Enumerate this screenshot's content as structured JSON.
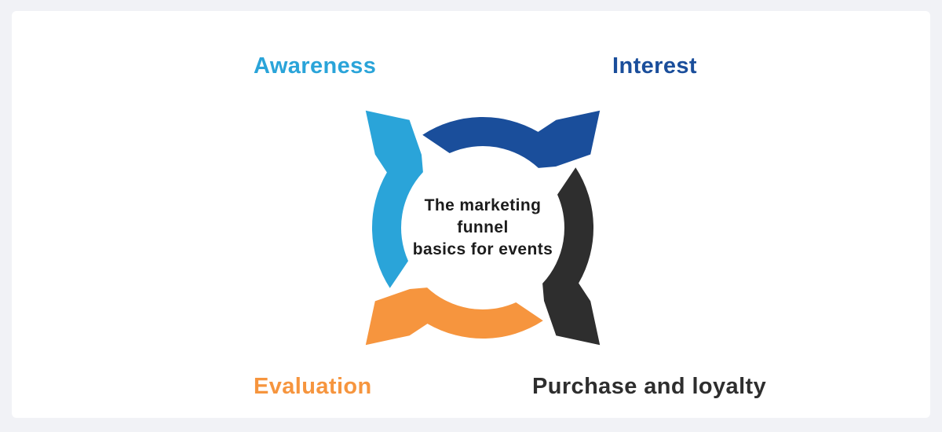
{
  "page": {
    "background_color": "#F1F2F6",
    "card_color": "#FFFFFF"
  },
  "diagram": {
    "type": "cycle",
    "flow": "clockwise",
    "center_title": {
      "lines": [
        "The marketing",
        "funnel",
        "basics for events"
      ],
      "color": "#1C1C1C"
    },
    "stages": [
      {
        "label": "Awareness",
        "color": "#2AA4D9",
        "position": "top-left",
        "arrow_direction": "up-left"
      },
      {
        "label": "Interest",
        "color": "#1A4E9B",
        "position": "top-right",
        "arrow_direction": "up-right"
      },
      {
        "label": "Evaluation",
        "color": "#F6953E",
        "position": "bottom-left",
        "arrow_direction": "down-left"
      },
      {
        "label": "Purchase and loyalty",
        "color": "#2E2E2E",
        "position": "bottom-right",
        "arrow_direction": "down-right"
      }
    ]
  }
}
